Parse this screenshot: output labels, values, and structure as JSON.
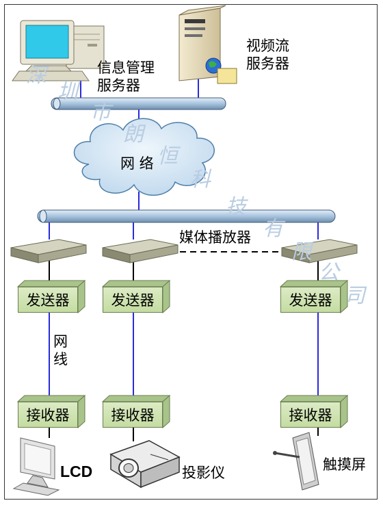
{
  "labels": {
    "info_server": [
      "信息管理",
      "服务器"
    ],
    "video_server": [
      "视频流",
      "服务器"
    ],
    "network": "网 络",
    "media_player": "媒体播放器",
    "transmitter": "发送器",
    "receiver": "接收器",
    "cable": [
      "网",
      "线"
    ],
    "lcd": "LCD",
    "projector": "投影仪",
    "touchscreen": "触摸屏"
  },
  "watermark": [
    "深",
    "圳",
    "市",
    "朗",
    "恒",
    "科",
    "技",
    "有",
    "限",
    "公",
    "司"
  ],
  "colors": {
    "link": "#2a2adc",
    "bus_fill": "#a7c3dd",
    "box_fill": "#cfe3b0",
    "cloud_fill": "#c9dff0",
    "watermark": "#b9cde2"
  }
}
